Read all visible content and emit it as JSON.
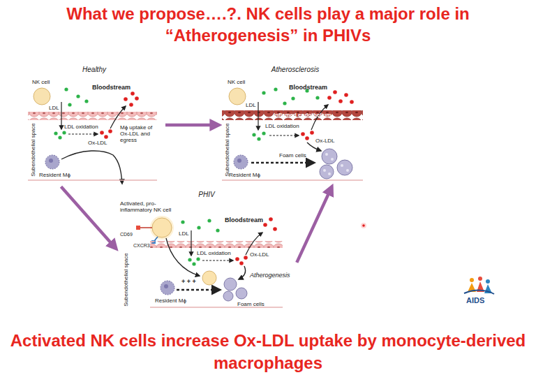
{
  "diagram": {
    "title": "What we propose….?. NK cells play a major role in “Atherogenesis” in PHIVs",
    "caption": "Activated NK cells increase Ox-LDL uptake by monocyte-derived macrophages",
    "nodes": [
      {
        "text": [
          "Healthy"
        ]
      },
      {
        "text": [
          "Atherosclerosis"
        ]
      },
      {
        "text": [
          "PHIV"
        ]
      }
    ],
    "edges": [
      {
        "from": 0,
        "to": 1,
        "arrow": "to"
      },
      {
        "from": 0,
        "to": 2,
        "arrow": "to"
      },
      {
        "from": 2,
        "to": 1,
        "arrow": "to"
      }
    ],
    "labels": [
      "NK cell",
      "LDL",
      "Bloodstream",
      "LDL oxidation",
      "Ox-LDL",
      "Subendothelial space",
      "Resident Mϕ",
      "Mϕ uptake of Ox-LDL and egress",
      "NK cell",
      "LDL",
      "Bloodstream",
      "Inflamed endothelium",
      "LDL oxidation",
      "Ox-LDL",
      "Subendothelial space",
      "Resident Mϕ",
      "Foam cells",
      "Activated, pro-inflammatory NK cell",
      "CD69",
      "CXCR3",
      "LDL",
      "Bloodstream",
      "LDL oxidation",
      "Ox-LDL",
      "Subendothelial space",
      "Resident Mϕ",
      "Foam cells",
      "Atherogenesis",
      "+ + +",
      "AIDS"
    ]
  }
}
